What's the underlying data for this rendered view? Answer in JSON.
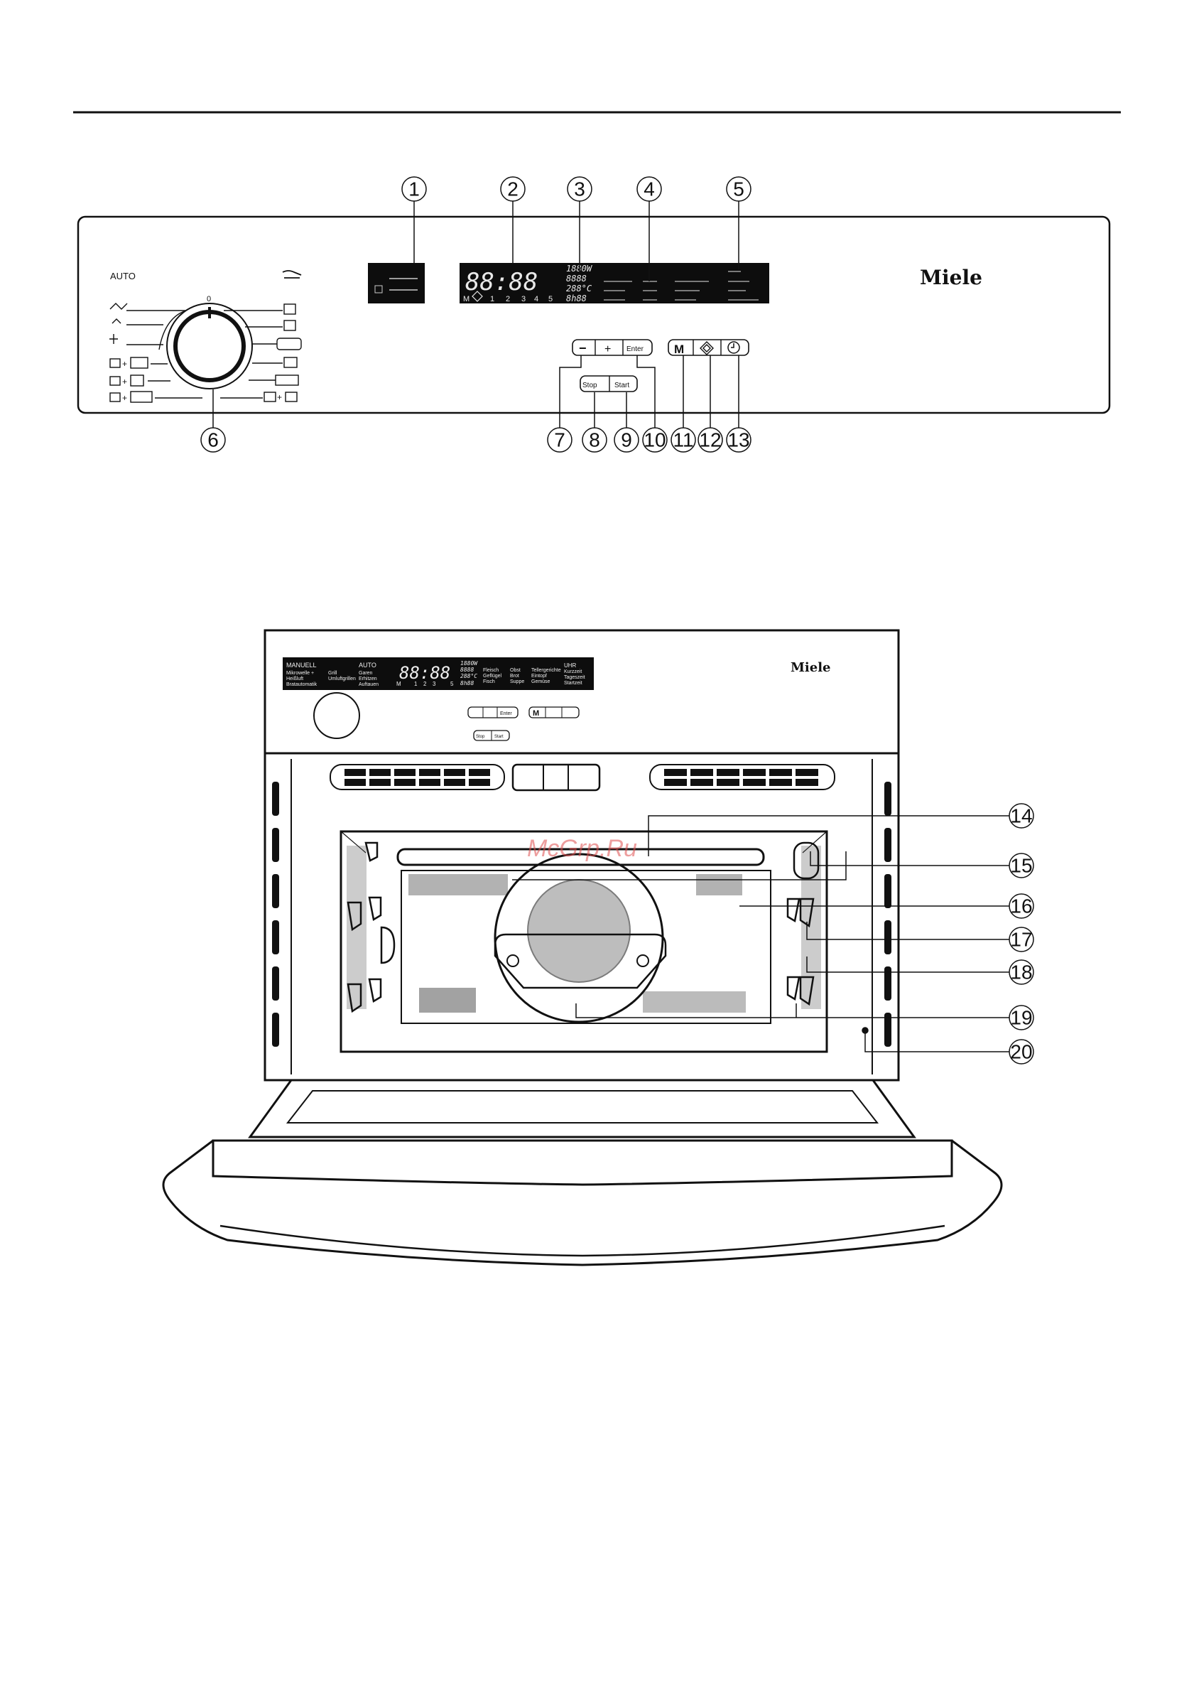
{
  "brand": "Miele",
  "watermark": "McGrp.Ru",
  "panel": {
    "auto_label": "AUTO",
    "dial_zero": "0",
    "display_time": "88:88",
    "display_power": "1880W",
    "display_weight": "8888",
    "display_temp": "288°C",
    "display_timer": "8h88",
    "program_row": [
      "M",
      "1",
      "2",
      "3",
      "4",
      "5"
    ],
    "button_minus": "−",
    "button_plus": "+",
    "button_enter": "Enter",
    "button_stop": "Stop",
    "button_start": "Start",
    "button_m": "M"
  },
  "front": {
    "manual_label": "MANUELL",
    "auto_label": "AUTO",
    "uhr_label": "UHR",
    "col1": [
      "Mikrowelle +",
      "Heißluft",
      "Bratautomatik"
    ],
    "col2": [
      "Grill",
      "Umluftgrillen"
    ],
    "col3": [
      "Garen",
      "Erhitzen",
      "Auftauen"
    ],
    "col4": [
      "Fleisch",
      "Geflügel",
      "Fisch"
    ],
    "col5": [
      "Obst",
      "Brot",
      "Suppe"
    ],
    "col6": [
      "Tellergerichte",
      "Eintopf",
      "Gemüse"
    ],
    "col7": [
      "Kurzzeit",
      "Tageszeit",
      "Startzeit"
    ],
    "display_time": "88:88",
    "display_power": "1880W",
    "display_weight": "8888",
    "display_temp": "288°C",
    "display_timer": "8h88",
    "program_row": [
      "M",
      "1",
      "2",
      "3",
      "5"
    ],
    "button_enter": "Enter",
    "button_stop": "Stop",
    "button_start": "Start",
    "button_m": "M"
  },
  "callouts": [
    "1",
    "2",
    "3",
    "4",
    "5",
    "6",
    "7",
    "8",
    "9",
    "10",
    "11",
    "12",
    "13",
    "14",
    "15",
    "16",
    "17",
    "18",
    "19",
    "20"
  ]
}
